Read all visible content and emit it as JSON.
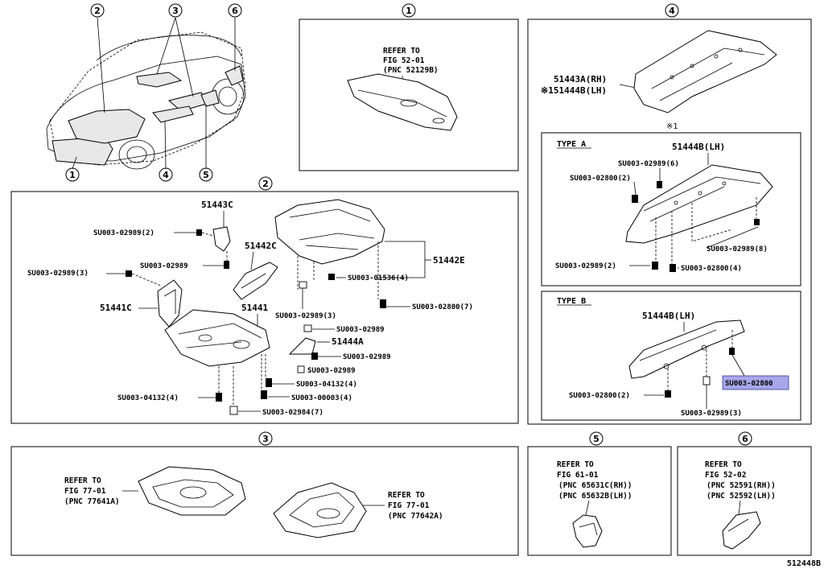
{
  "diagram_id": "512448B",
  "callouts": [
    "1",
    "2",
    "3",
    "4",
    "5",
    "6"
  ],
  "overview": {
    "labels": [
      "2",
      "3",
      "6",
      "1",
      "4",
      "5"
    ]
  },
  "panel1": {
    "title": "1",
    "refer": [
      "REFER TO",
      "FIG 52-01",
      "(PNC 52129B)"
    ]
  },
  "panel2": {
    "title": "2",
    "parts": {
      "p51443C": "51443C",
      "p51442C": "51442C",
      "p51442E": "51442E",
      "p51441C": "51441C",
      "p51441": "51441",
      "p51444A": "51444A"
    },
    "fasteners": {
      "f1": "SU003-02989(2)",
      "f2": "SU003-02989",
      "f3": "SU003-02989(3)",
      "f4": "SU003-01536(4)",
      "f5": "SU003-02800(7)",
      "f6": "SU003-02989(3)",
      "f7": "SU003-02989",
      "f8": "SU003-02989",
      "f9": "SU003-02989",
      "f10": "SU003-04132(4)",
      "f11": "SU003-00003(4)",
      "f12": "SU003-04132(4)",
      "f13": "SU003-02984(7)"
    }
  },
  "panel3": {
    "title": "3",
    "refer_left": [
      "REFER TO",
      "FIG 77-01",
      "(PNC 77641A)"
    ],
    "refer_right": [
      "REFER TO",
      "FIG 77-01",
      "(PNC 77642A)"
    ]
  },
  "panel4": {
    "title": "4",
    "top_part_rh": "51443A(RH)",
    "top_part_lh": "※151444B(LH)",
    "note_mark": "※1",
    "typeA": {
      "label": "TYPE A",
      "part": "51444B(LH)",
      "fasteners": {
        "a1": "SU003-02989(6)",
        "a2": "SU003-02800(2)",
        "a3": "SU003-02989(8)",
        "a4": "SU003-02989(2)",
        "a5": "SU003-02800(4)"
      }
    },
    "typeB": {
      "label": "TYPE B",
      "part": "51444B(LH)",
      "fasteners": {
        "b1": "SU003-02800",
        "b2": "SU003-02800(2)",
        "b3": "SU003-02989(3)"
      }
    }
  },
  "panel5": {
    "title": "5",
    "refer": [
      "REFER TO",
      "FIG 61-01",
      "(PNC 65631C(RH))",
      "(PNC 65632B(LH))"
    ]
  },
  "panel6": {
    "title": "6",
    "refer": [
      "REFER TO",
      "FIG 52-02",
      "(PNC 52591(RH))",
      "(PNC 52592(LH))"
    ]
  },
  "colors": {
    "highlight": "#a7a7ea",
    "line": "#000000"
  }
}
